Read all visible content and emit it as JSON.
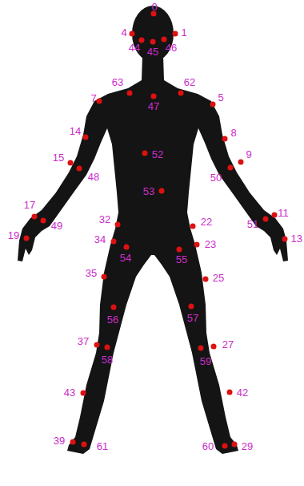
{
  "diagram": {
    "labels": [
      "0",
      "4",
      "44",
      "45",
      "46",
      "1",
      "63",
      "62",
      "47",
      "7",
      "5",
      "14",
      "8",
      "15",
      "48",
      "9",
      "50",
      "52",
      "53",
      "17",
      "49",
      "11",
      "51",
      "19",
      "13",
      "32",
      "22",
      "34",
      "54",
      "55",
      "23",
      "35",
      "25",
      "56",
      "57",
      "37",
      "58",
      "27",
      "59",
      "43",
      "42",
      "39",
      "61",
      "60",
      "29"
    ]
  }
}
